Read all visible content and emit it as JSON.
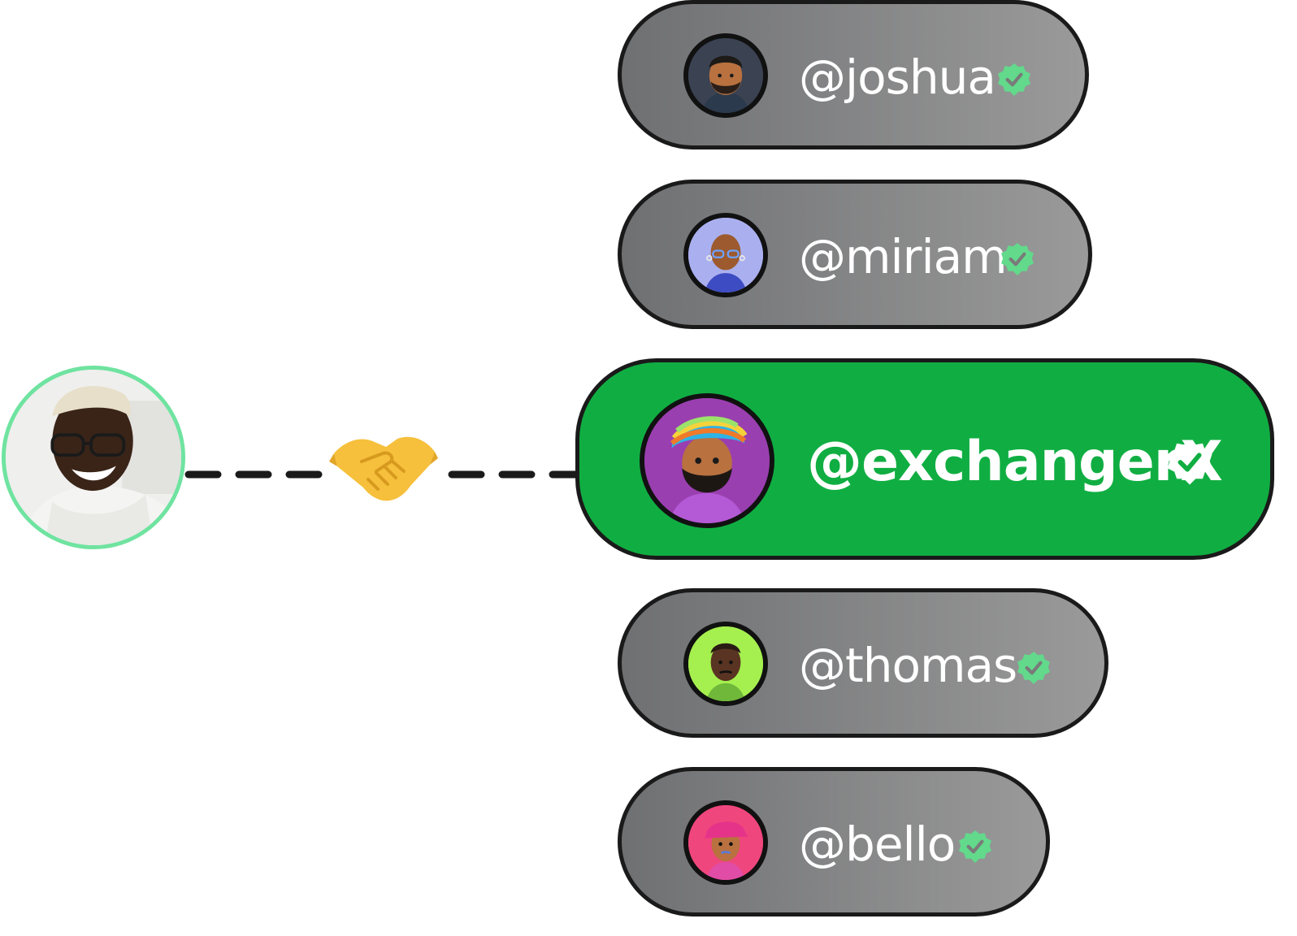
{
  "me": {
    "avatar_label": "user-photo"
  },
  "connector": {
    "emoji": "handshake"
  },
  "users": [
    {
      "handle": "@joshua",
      "active": false,
      "avatar_bg": "#3b4252",
      "verified": true
    },
    {
      "handle": "@miriam",
      "active": false,
      "avatar_bg": "#aab0ef",
      "verified": true
    },
    {
      "handle": "@exchangerX",
      "active": true,
      "avatar_bg": "#9a3fb0",
      "verified": true
    },
    {
      "handle": "@thomas",
      "active": false,
      "avatar_bg": "#a5f04f",
      "verified": true
    },
    {
      "handle": "@bello",
      "active": false,
      "avatar_bg": "#f0467e",
      "verified": true
    }
  ],
  "colors": {
    "accent_green": "#10ae42",
    "badge_green": "#62d98b",
    "ring_green": "#6fe3a0",
    "pill_gray": "#8a8a8a",
    "outline": "#1a1a1a"
  }
}
